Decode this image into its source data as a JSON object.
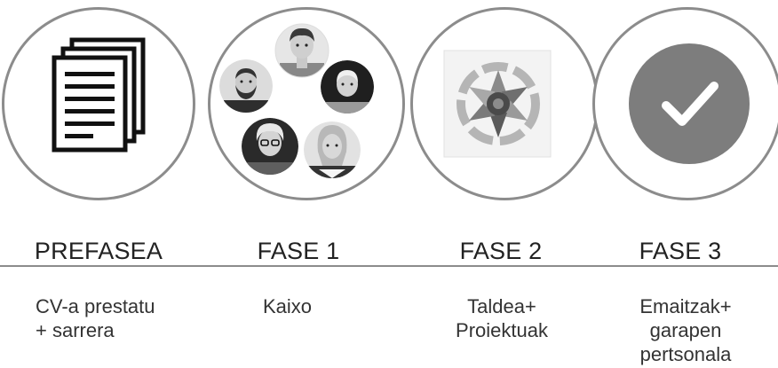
{
  "phases": [
    {
      "title": "PREFASEA",
      "description": "CV-a prestatu\n+ sarrera",
      "icon": "documents-icon"
    },
    {
      "title": "FASE 1",
      "description": "Kaixo",
      "icon": "people-avatars-icon"
    },
    {
      "title": "FASE 2",
      "description": "Taldea+\nProiektuak",
      "icon": "teamwork-hands-icon"
    },
    {
      "title": "FASE 3",
      "description": "Emaitzak+\ngarapen\npertsonala",
      "icon": "checkmark-icon"
    }
  ],
  "colors": {
    "circle_border": "#8c8c8c",
    "divider": "#8c8c8c",
    "check_badge": "#7d7d7d",
    "text": "#222222"
  }
}
